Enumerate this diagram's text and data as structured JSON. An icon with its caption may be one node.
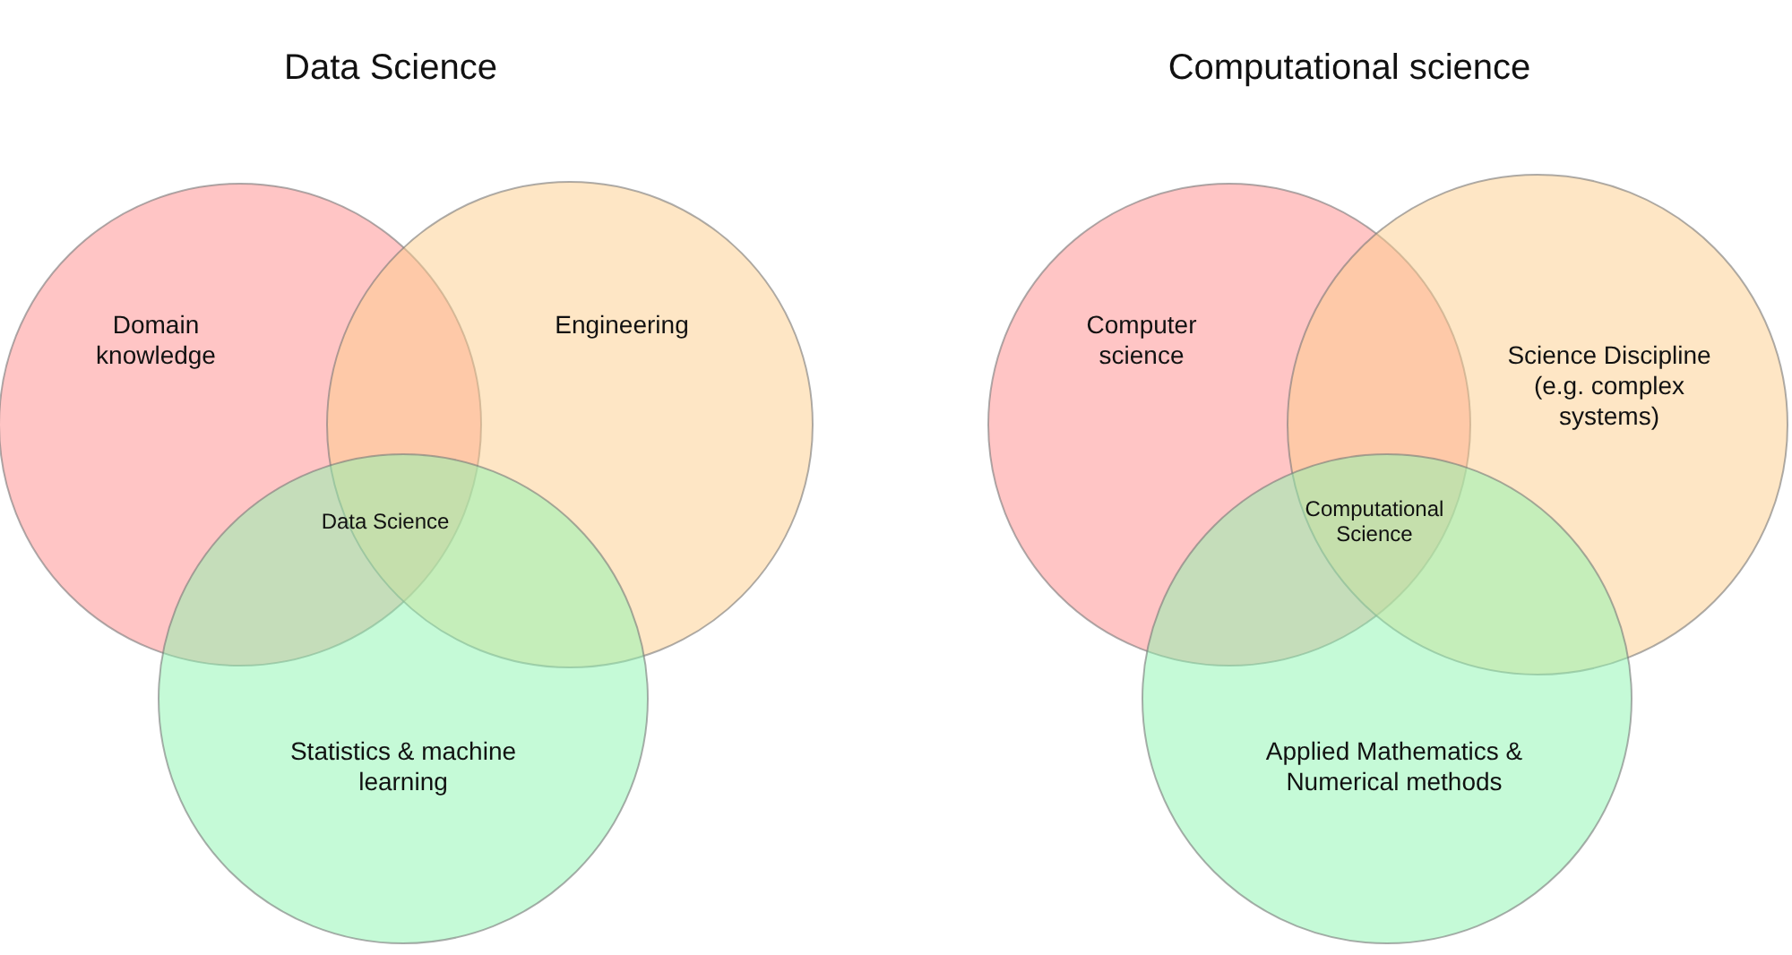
{
  "diagram": {
    "nodes": [
      {
        "text": [
          "Domain knowledge"
        ]
      },
      {
        "text": [
          "Engineering"
        ]
      },
      {
        "text": [
          "Statistics & machine learning"
        ]
      },
      {
        "text": [
          "Computer science"
        ]
      },
      {
        "text": [
          "Science Discipline (e.g. complex systems)"
        ]
      },
      {
        "text": [
          "Applied Mathematics & Numerical methods"
        ]
      }
    ],
    "labels": [
      "Data Science",
      "Computational science",
      "Data Science",
      "Computational Science"
    ]
  }
}
